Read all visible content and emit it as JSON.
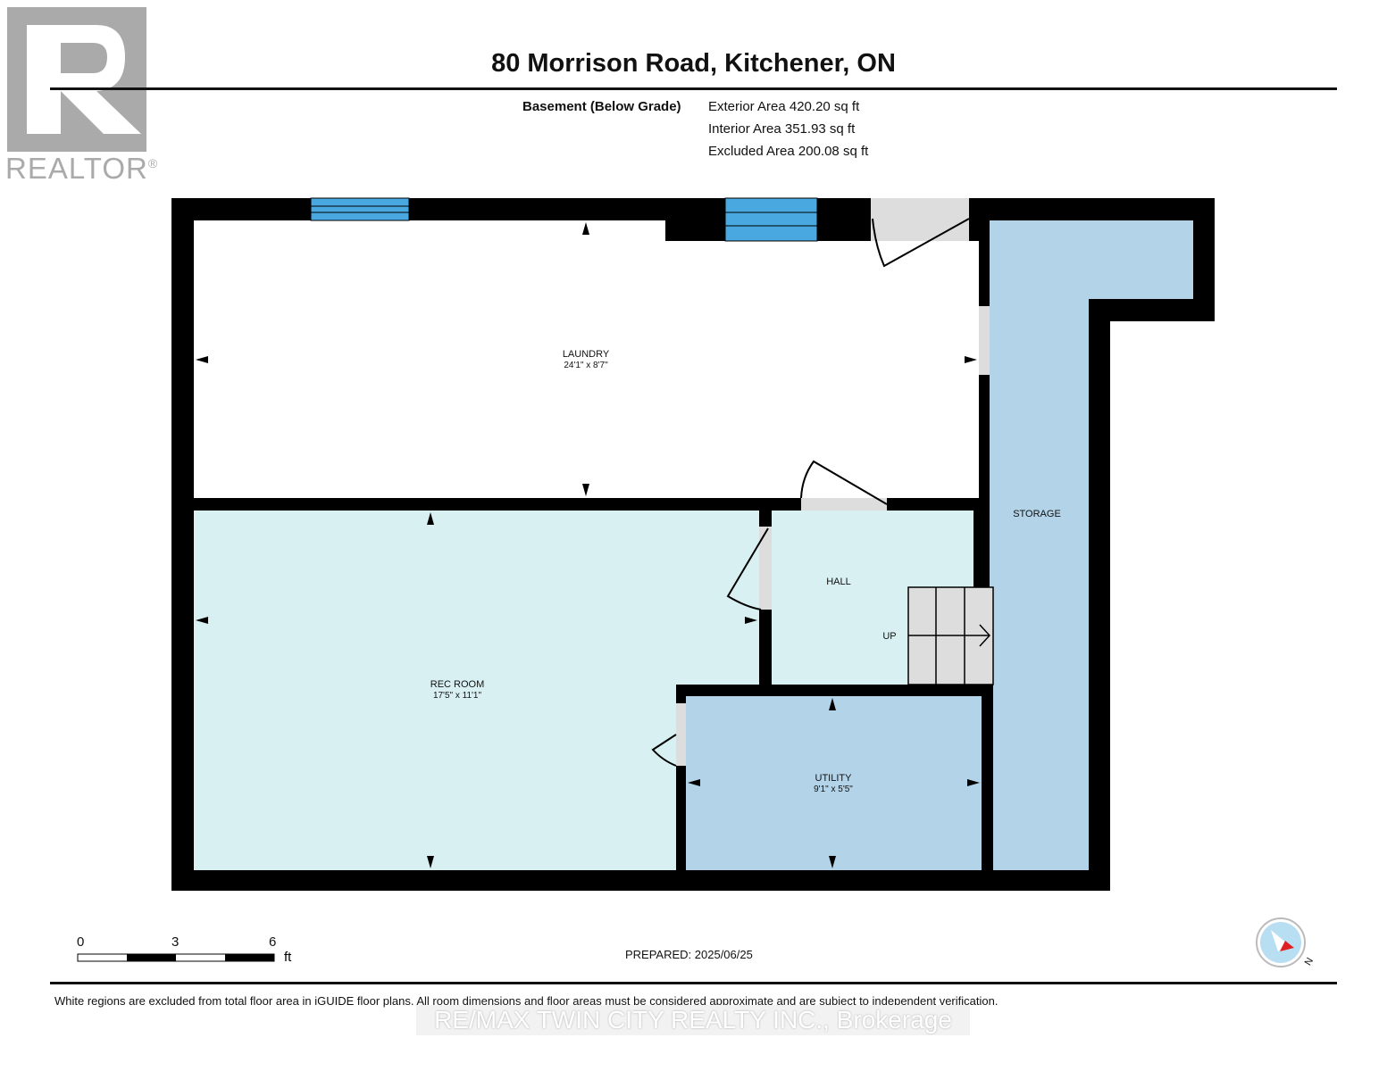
{
  "header": {
    "title": "80 Morrison Road, Kitchener, ON",
    "floor_name": "Basement (Below Grade)",
    "exterior_area": "Exterior Area 420.20 sq ft",
    "interior_area": "Interior Area 351.93 sq ft",
    "excluded_area": "Excluded Area 200.08 sq ft"
  },
  "logo": {
    "text": "REALTOR",
    "mark": "®"
  },
  "rooms": {
    "laundry": {
      "name": "LAUNDRY",
      "dims": "24'1\" x 8'7\""
    },
    "rec_room": {
      "name": "REC ROOM",
      "dims": "17'5\" x 11'1\""
    },
    "hall": {
      "name": "HALL"
    },
    "storage": {
      "name": "STORAGE"
    },
    "utility": {
      "name": "UTILITY",
      "dims": "9'1\" x 5'5\""
    },
    "stairs_label": "UP"
  },
  "scale": {
    "ticks": [
      "0",
      "3",
      "6"
    ],
    "unit": "ft"
  },
  "compass": {
    "label": "N"
  },
  "prepared": "PREPARED: 2025/06/25",
  "disclaimer": "White regions are excluded from total floor area in iGUIDE floor plans. All room dimensions and floor areas must be considered approximate and are subject to independent verification.",
  "watermark": "RE/MAX TWIN CITY REALTY INC., Brokerage",
  "colors": {
    "wall": "#000000",
    "window": "#4aa8e0",
    "light_room": "#d8f0f2",
    "blue_room": "#b3d3e8",
    "door": "#dddddd"
  }
}
